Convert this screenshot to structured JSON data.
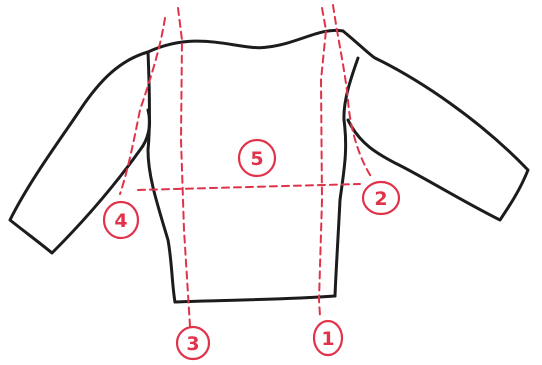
{
  "colors": {
    "outline": "#1c1c1c",
    "guide": "#e0334a",
    "background": "#ffffff"
  },
  "markers": {
    "m1": "1",
    "m2": "2",
    "m3": "3",
    "m4": "4",
    "m5": "5"
  }
}
